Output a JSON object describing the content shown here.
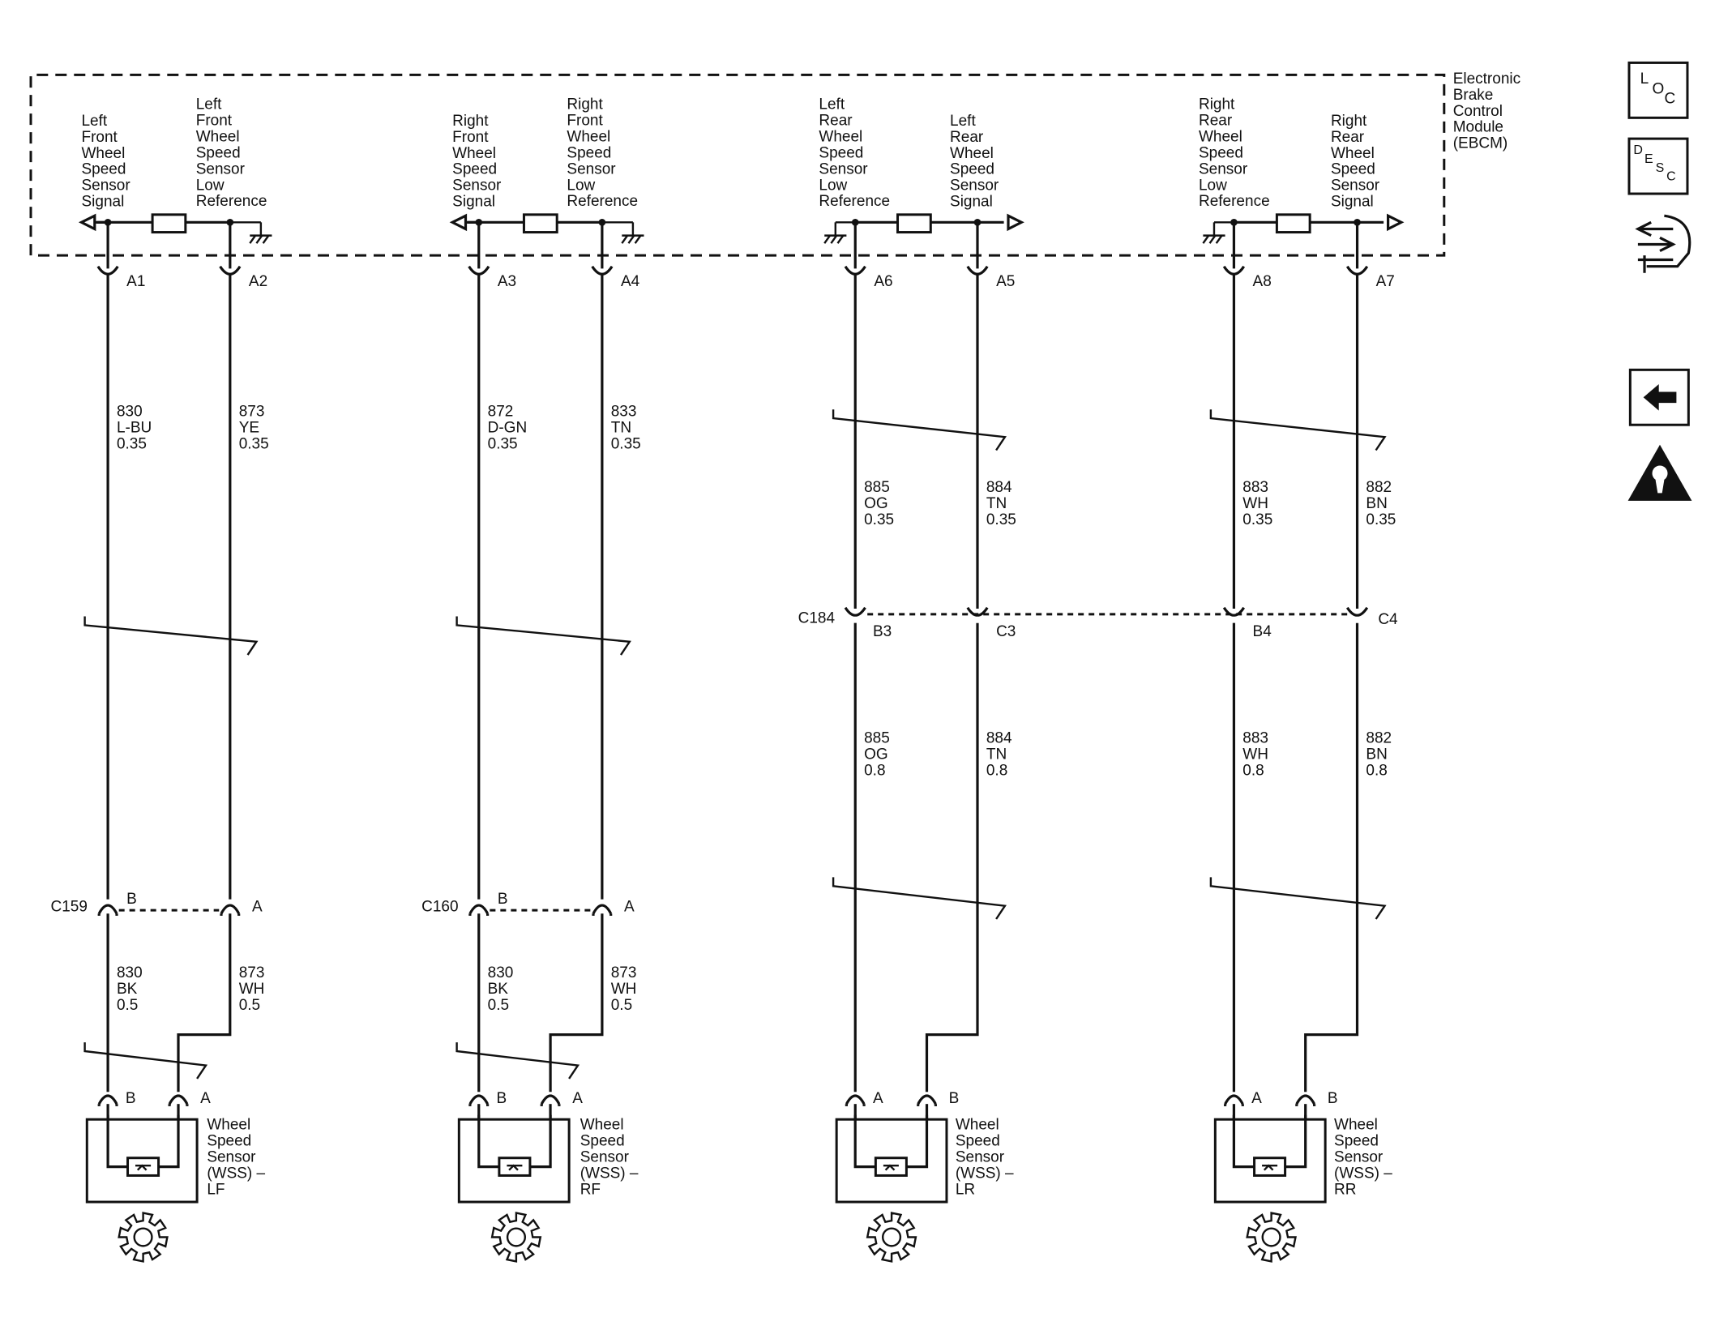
{
  "module": {
    "name": [
      "Electronic",
      "Brake",
      "Control",
      "Module",
      "(EBCM)"
    ]
  },
  "pins": [
    {
      "id": "lf_sig",
      "pin": "A1",
      "label": [
        "Left",
        "Front",
        "Wheel",
        "Speed",
        "Sensor",
        "Signal"
      ],
      "upper": [
        "830",
        "L-BU",
        "0.35"
      ],
      "connector": "C159",
      "conn_pin": "B",
      "lower": [
        "830",
        "BK",
        "0.5"
      ],
      "sensor_pin": "B"
    },
    {
      "id": "lf_low",
      "pin": "A2",
      "label": [
        "Left",
        "Front",
        "Wheel",
        "Speed",
        "Sensor",
        "Low",
        "Reference"
      ],
      "upper": [
        "873",
        "YE",
        "0.35"
      ],
      "conn_pin": "A",
      "lower": [
        "873",
        "WH",
        "0.5"
      ],
      "sensor_pin": "A"
    },
    {
      "id": "rf_sig",
      "pin": "A3",
      "label": [
        "Right",
        "Front",
        "Wheel",
        "Speed",
        "Sensor",
        "Signal"
      ],
      "upper": [
        "872",
        "D-GN",
        "0.35"
      ],
      "connector": "C160",
      "conn_pin": "B",
      "lower": [
        "830",
        "BK",
        "0.5"
      ],
      "sensor_pin": "B"
    },
    {
      "id": "rf_low",
      "pin": "A4",
      "label": [
        "Right",
        "Front",
        "Wheel",
        "Speed",
        "Sensor",
        "Low",
        "Reference"
      ],
      "upper": [
        "833",
        "TN",
        "0.35"
      ],
      "conn_pin": "A",
      "lower": [
        "873",
        "WH",
        "0.5"
      ],
      "sensor_pin": "A"
    },
    {
      "id": "lr_low",
      "pin": "A6",
      "label": [
        "Left",
        "Rear",
        "Wheel",
        "Speed",
        "Sensor",
        "Low",
        "Reference"
      ],
      "upper": [
        "885",
        "OG",
        "0.35"
      ],
      "conn_pin": "B3",
      "lower": [
        "885",
        "OG",
        "0.8"
      ],
      "sensor_pin": "A"
    },
    {
      "id": "lr_sig",
      "pin": "A5",
      "label": [
        "Left",
        "Rear",
        "Wheel",
        "Speed",
        "Sensor",
        "Signal"
      ],
      "upper": [
        "884",
        "TN",
        "0.35"
      ],
      "conn_pin": "C3",
      "lower": [
        "884",
        "TN",
        "0.8"
      ],
      "sensor_pin": "B"
    },
    {
      "id": "rr_low",
      "pin": "A8",
      "label": [
        "Right",
        "Rear",
        "Wheel",
        "Speed",
        "Sensor",
        "Low",
        "Reference"
      ],
      "upper": [
        "883",
        "WH",
        "0.35"
      ],
      "conn_pin": "B4",
      "lower": [
        "883",
        "WH",
        "0.8"
      ],
      "sensor_pin": "A"
    },
    {
      "id": "rr_sig",
      "pin": "A7",
      "label": [
        "Right",
        "Rear",
        "Wheel",
        "Speed",
        "Sensor",
        "Signal"
      ],
      "upper": [
        "882",
        "BN",
        "0.35"
      ],
      "conn_pin": "C4",
      "lower": [
        "882",
        "BN",
        "0.8"
      ],
      "sensor_pin": "B"
    }
  ],
  "rear_connector": "C184",
  "sensors": [
    {
      "id": "lf",
      "label": [
        "Wheel",
        "Speed",
        "Sensor",
        "(WSS) –",
        "LF"
      ]
    },
    {
      "id": "rf",
      "label": [
        "Wheel",
        "Speed",
        "Sensor",
        "(WSS) –",
        "RF"
      ]
    },
    {
      "id": "lr",
      "label": [
        "Wheel",
        "Speed",
        "Sensor",
        "(WSS) –",
        "LR"
      ]
    },
    {
      "id": "rr",
      "label": [
        "Wheel",
        "Speed",
        "Sensor",
        "(WSS) –",
        "RR"
      ]
    }
  ],
  "side_icons": [
    {
      "name": "loc-icon",
      "letters": [
        "L",
        "O",
        "C"
      ]
    },
    {
      "name": "desc-icon",
      "letters": [
        "D",
        "E",
        "S",
        "C"
      ]
    },
    {
      "name": "connector-service-icon"
    },
    {
      "name": "back-arrow-icon"
    },
    {
      "name": "warning-icon"
    }
  ]
}
